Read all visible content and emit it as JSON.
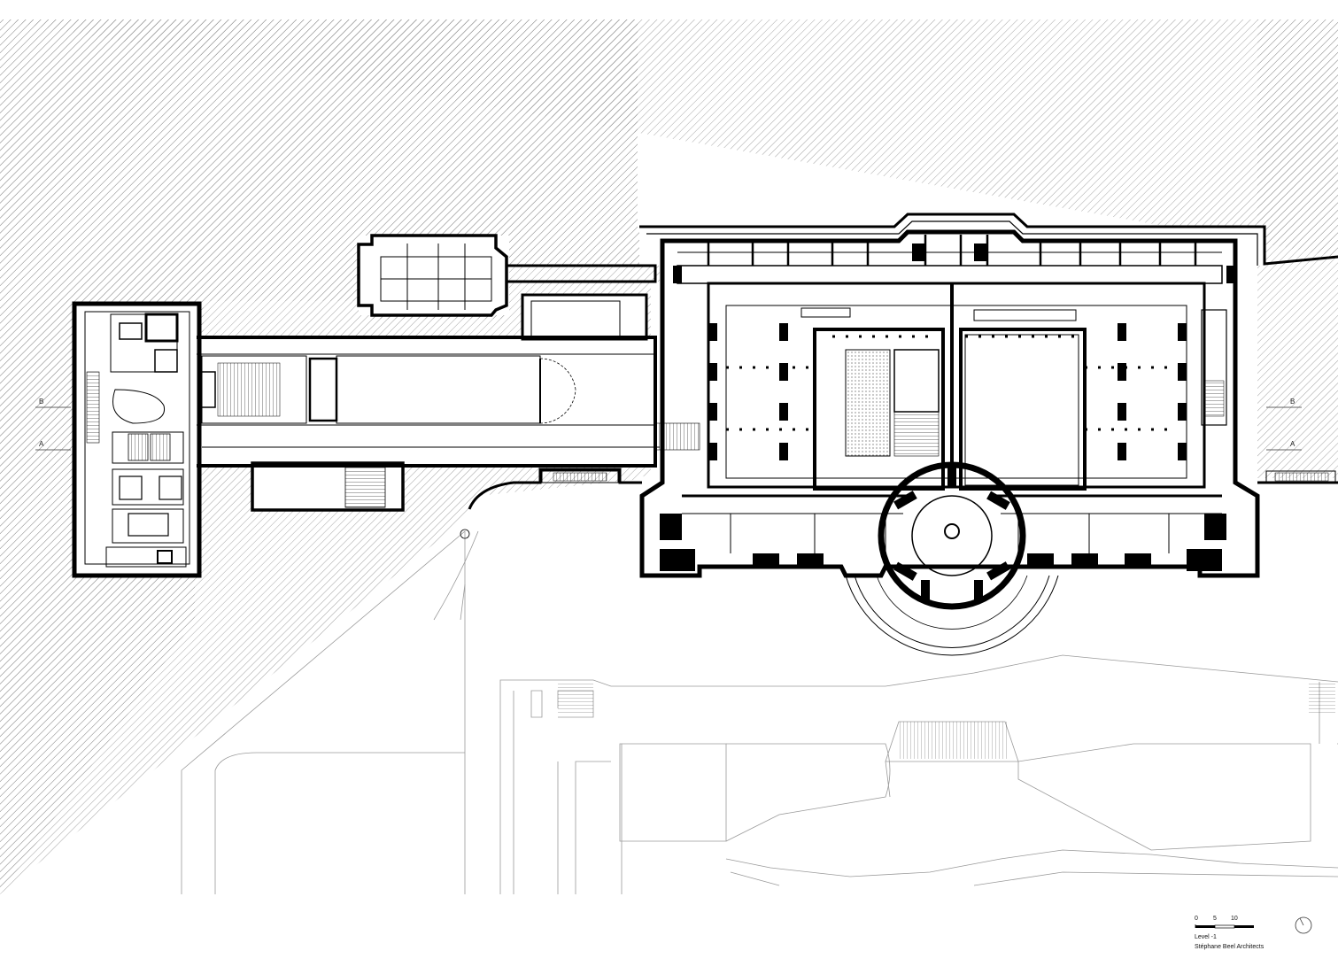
{
  "drawing": {
    "level": "Level -1",
    "office": "Stéphane Beel Architects"
  },
  "scale_bar": {
    "ticks": [
      "0",
      "5",
      "10"
    ],
    "unit_segments": [
      0,
      5,
      10
    ]
  },
  "section_markers": {
    "left": [
      "B",
      "A"
    ],
    "right": [
      "B",
      "A"
    ]
  },
  "north_arrow": {
    "icon": "north-arrow-icon"
  },
  "colors": {
    "line": "#111111",
    "wall": "#000000",
    "hatch": "#8c8c8c",
    "ground_line": "#9a9a9a",
    "paper": "#ffffff"
  }
}
